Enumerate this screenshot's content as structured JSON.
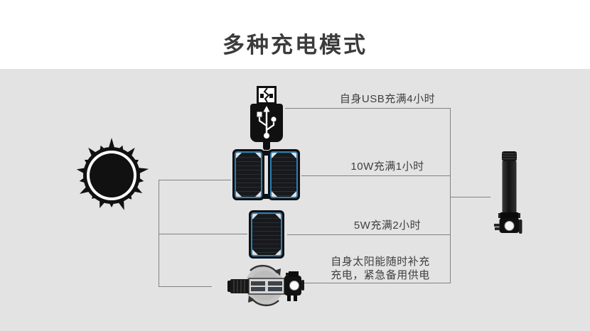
{
  "header": {
    "title": "多种充电模式"
  },
  "colors": {
    "canvas_background": "#e3e3e3",
    "header_background": "#ffffff",
    "connector_line": "#828282",
    "label_text": "#3f3f3f",
    "title_text": "#3b3b3b",
    "panel_frame_blue": "#2f7db3",
    "device_black": "#111111"
  },
  "diagram": {
    "source": {
      "icon": "sun-icon"
    },
    "modes": [
      {
        "icon": "usb-plug-icon",
        "label": "自身USB充满4小时"
      },
      {
        "icon": "solar-panel-dual-icon",
        "label": "10W充满1小时"
      },
      {
        "icon": "solar-panel-single-icon",
        "label": "5W充满2小时"
      },
      {
        "icon": "solar-flashlight-icon",
        "label_line1": "自身太阳能随时补充",
        "label_line2": "充电，紧急备用供电"
      }
    ],
    "target": {
      "icon": "flashlight-icon"
    }
  }
}
